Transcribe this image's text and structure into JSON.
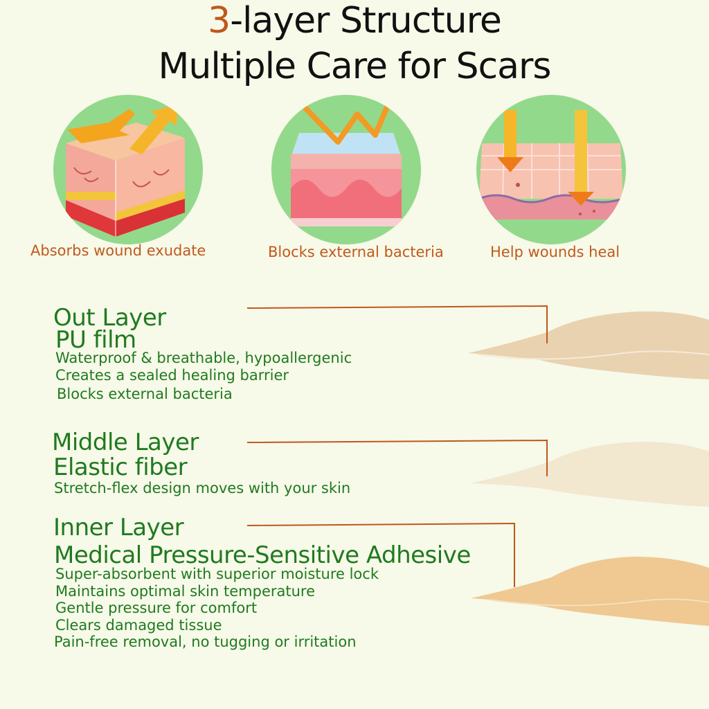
{
  "header": {
    "title_accent": "3",
    "title_rest": "-layer Structure",
    "subtitle": "Multiple Care for Scars"
  },
  "features": [
    {
      "caption": "Absorbs wound exudate",
      "icon": "skin-layers-icon"
    },
    {
      "caption": "Blocks external bacteria",
      "icon": "barrier-shield-icon"
    },
    {
      "caption": "Help wounds heal",
      "icon": "healing-skin-icon"
    }
  ],
  "layers": [
    {
      "name": "Out Layer",
      "material": "PU film",
      "details": [
        "Waterproof & breathable, hypoallergenic",
        "Creates a sealed healing barrier",
        "Blocks external bacteria"
      ]
    },
    {
      "name": "Middle Layer",
      "material": "Elastic fiber",
      "details": [
        "Stretch-flex design moves with your skin"
      ]
    },
    {
      "name": "Inner Layer",
      "material": "Medical Pressure-Sensitive Adhesive",
      "details": [
        "Super-absorbent with superior moisture lock",
        "Maintains optimal skin temperature",
        "Gentle pressure for comfort",
        "Clears damaged tissue",
        "Pain-free removal, no tugging or irritation"
      ]
    }
  ],
  "colors": {
    "background": "#f7f9e9",
    "accent": "#c0571a",
    "green_text": "#1f7a1f",
    "circle": "#93d98b"
  }
}
